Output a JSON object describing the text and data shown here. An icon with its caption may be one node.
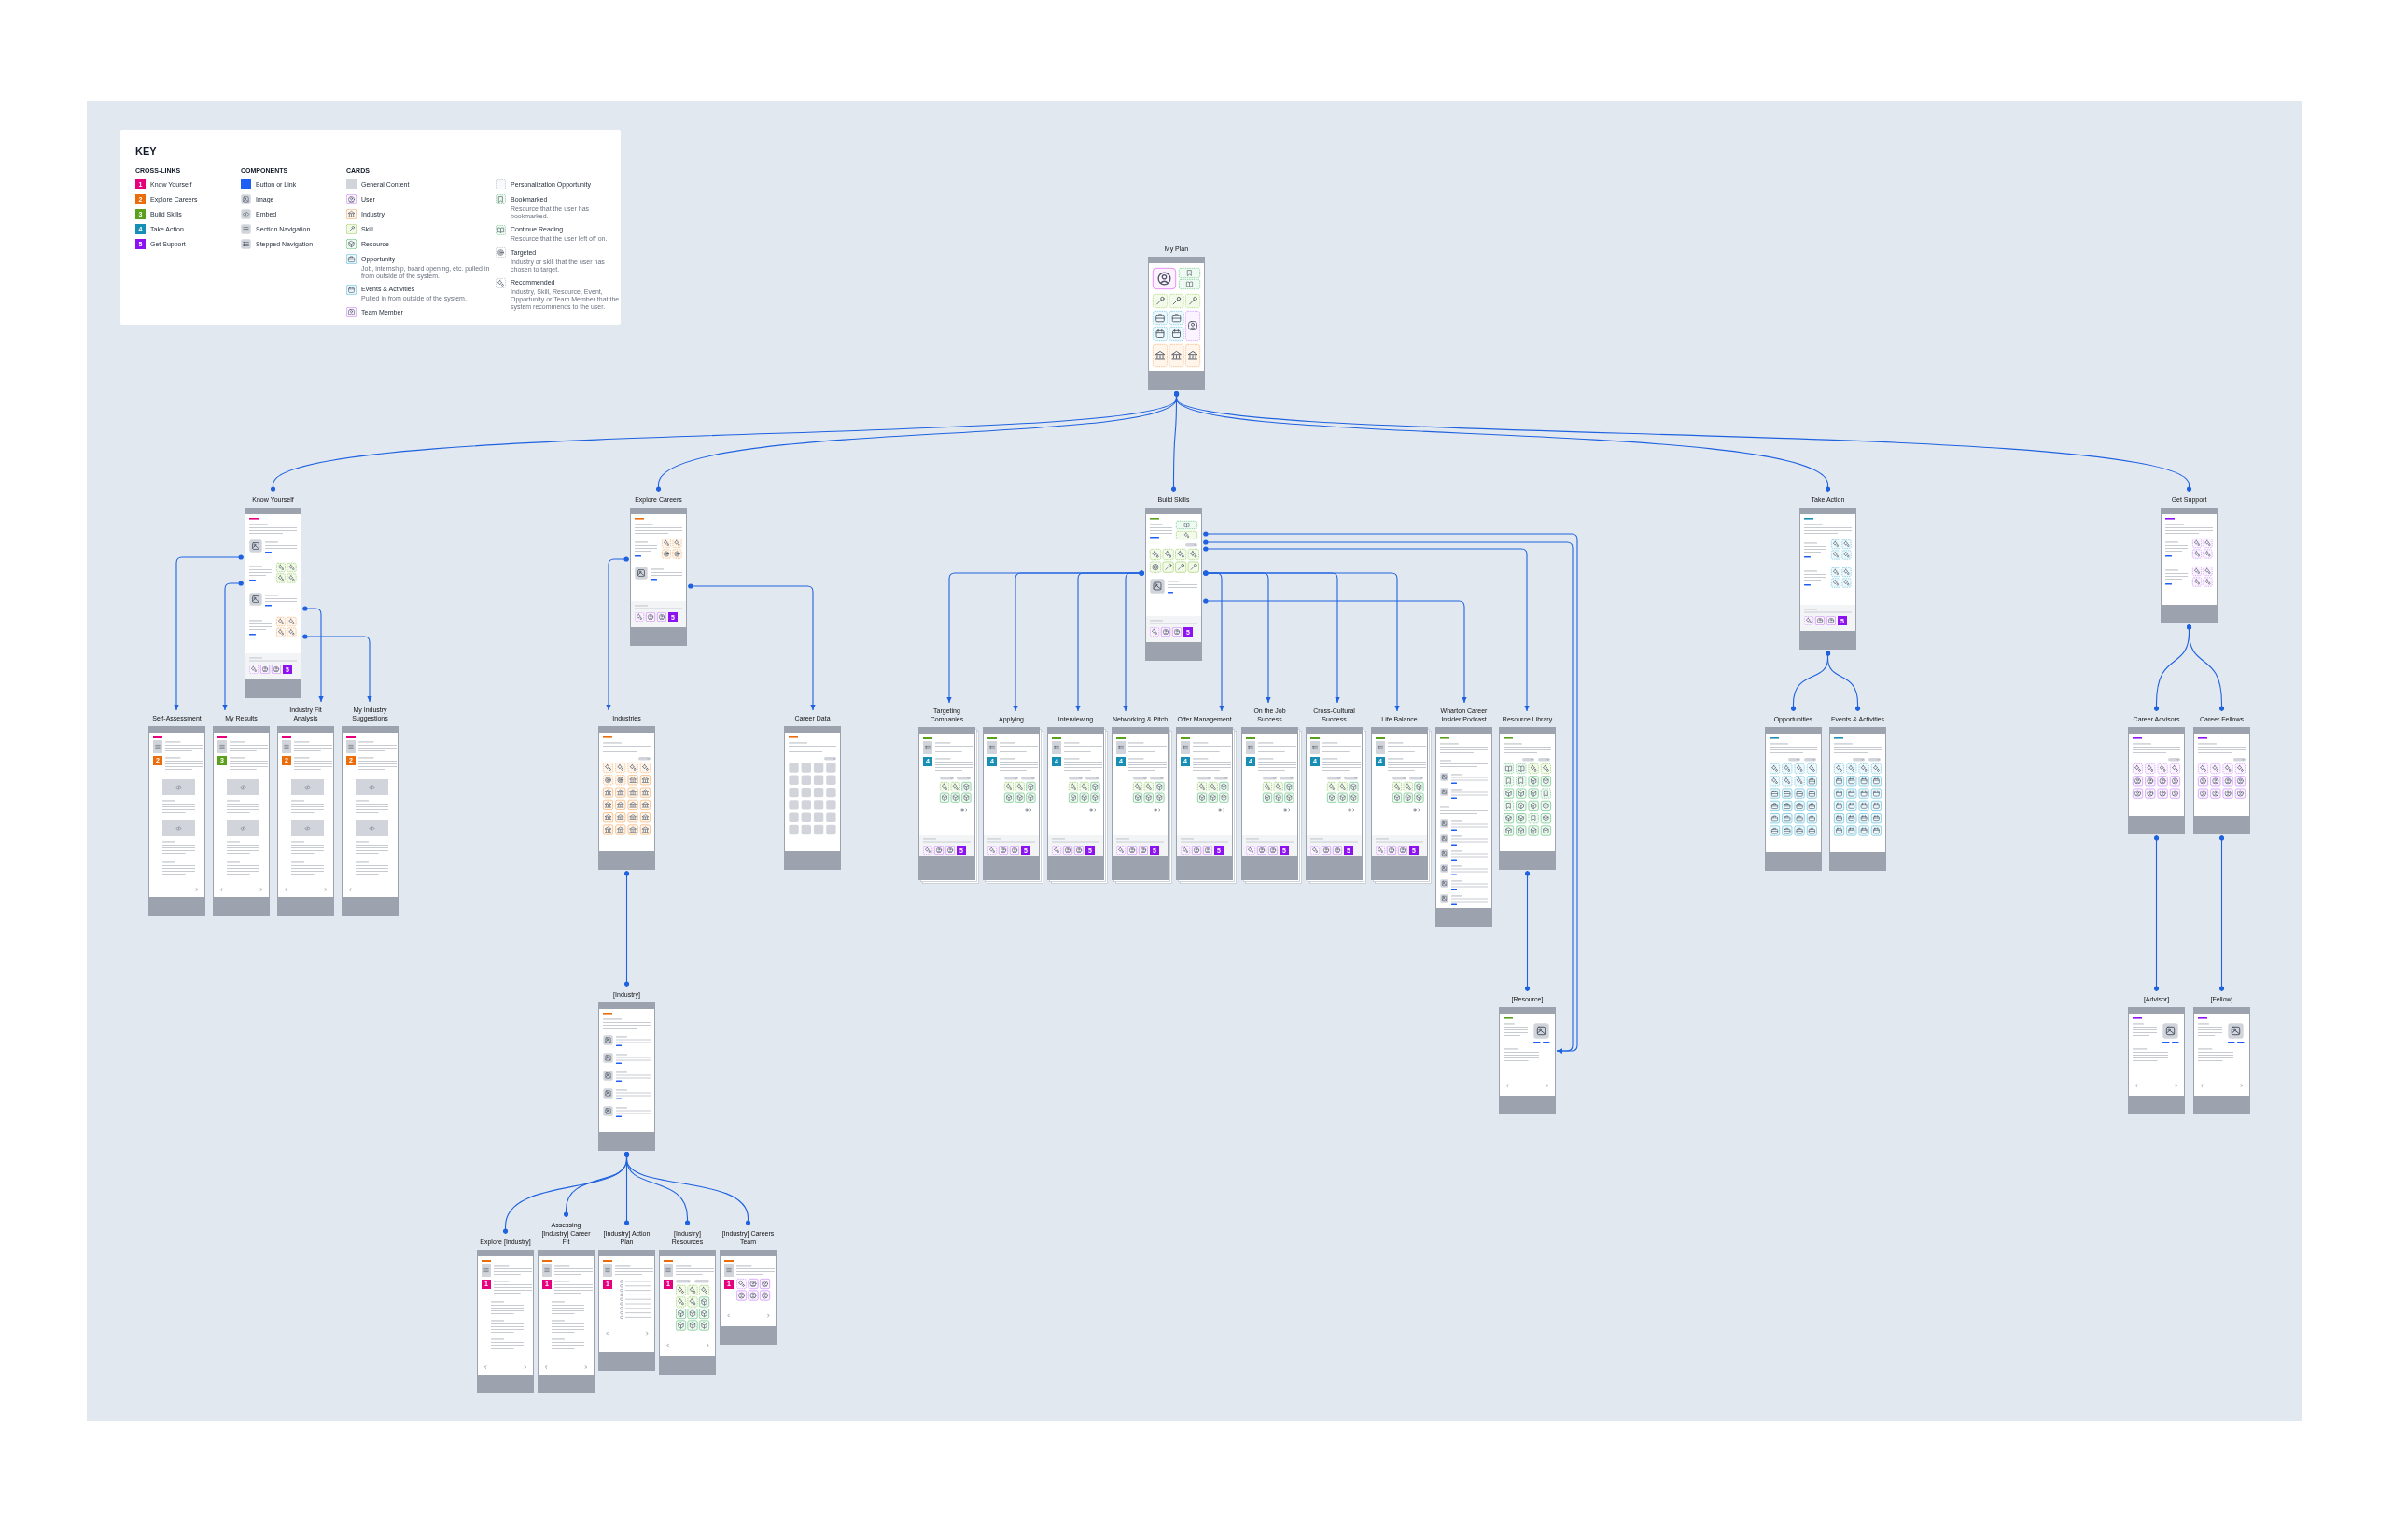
{
  "diagram": {
    "nodes": [
      {
        "text": [
          "My Plan"
        ]
      },
      {
        "text": [
          "Know Yourself",
          "5"
        ]
      },
      {
        "text": [
          "Explore Careers",
          "5"
        ]
      },
      {
        "text": [
          "Build Skills",
          "5"
        ]
      },
      {
        "text": [
          "Take Action",
          "5"
        ]
      },
      {
        "text": [
          "Get Support"
        ]
      },
      {
        "text": [
          "Self-Assessment",
          "2"
        ]
      },
      {
        "text": [
          "My Results",
          "3"
        ]
      },
      {
        "text": [
          "Industry Fit Analysis",
          "2"
        ]
      },
      {
        "text": [
          "My Industry Suggestions",
          "2"
        ]
      },
      {
        "text": [
          "Industries"
        ]
      },
      {
        "text": [
          "Career Data"
        ]
      },
      {
        "text": [
          "Targeting Companies",
          "4",
          "5"
        ]
      },
      {
        "text": [
          "Applying",
          "4",
          "5"
        ]
      },
      {
        "text": [
          "Interviewing",
          "4",
          "5"
        ]
      },
      {
        "text": [
          "Networking & Pitch",
          "4",
          "5"
        ]
      },
      {
        "text": [
          "Offer Management",
          "4",
          "5"
        ]
      },
      {
        "text": [
          "On the Job Success",
          "4",
          "5"
        ]
      },
      {
        "text": [
          "Cross-Cultural Success",
          "4",
          "5"
        ]
      },
      {
        "text": [
          "Life Balance",
          "4",
          "5"
        ]
      },
      {
        "text": [
          "Wharton Career Insider Podcast"
        ]
      },
      {
        "text": [
          "Resource Library"
        ]
      },
      {
        "text": [
          "Opportunities"
        ]
      },
      {
        "text": [
          "Events & Activities"
        ]
      },
      {
        "text": [
          "Career Advisors"
        ]
      },
      {
        "text": [
          "Career Fellows"
        ]
      },
      {
        "text": [
          "[Industry]"
        ]
      },
      {
        "text": [
          "[Resource]"
        ]
      },
      {
        "text": [
          "[Advisor]"
        ]
      },
      {
        "text": [
          "[Fellow]"
        ]
      },
      {
        "text": [
          "Explore [Industry]",
          "1"
        ]
      },
      {
        "text": [
          "Assessing [Industry] Career Fit",
          "1"
        ]
      },
      {
        "text": [
          "[Industry] Action Plan",
          "1"
        ]
      },
      {
        "text": [
          "[Industry] Resources",
          "1"
        ]
      },
      {
        "text": [
          "[Industry] Careers Team",
          "1"
        ]
      }
    ],
    "edges": [
      {
        "from": 0,
        "to": 1,
        "arrow": "other"
      },
      {
        "from": 0,
        "to": 2,
        "arrow": "other"
      },
      {
        "from": 0,
        "to": 3,
        "arrow": "other"
      },
      {
        "from": 0,
        "to": 4,
        "arrow": "other"
      },
      {
        "from": 0,
        "to": 5,
        "arrow": "other"
      },
      {
        "from": 1,
        "to": 6,
        "arrow": "to"
      },
      {
        "from": 1,
        "to": 7,
        "arrow": "to"
      },
      {
        "from": 1,
        "to": 8,
        "arrow": "to"
      },
      {
        "from": 1,
        "to": 9,
        "arrow": "to"
      },
      {
        "from": 2,
        "to": 10,
        "arrow": "to"
      },
      {
        "from": 2,
        "to": 11,
        "arrow": "to"
      },
      {
        "from": 3,
        "to": 12,
        "arrow": "to"
      },
      {
        "from": 3,
        "to": 13,
        "arrow": "to"
      },
      {
        "from": 3,
        "to": 14,
        "arrow": "to"
      },
      {
        "from": 3,
        "to": 15,
        "arrow": "to"
      },
      {
        "from": 3,
        "to": 16,
        "arrow": "to"
      },
      {
        "from": 3,
        "to": 17,
        "arrow": "to"
      },
      {
        "from": 3,
        "to": 18,
        "arrow": "to"
      },
      {
        "from": 3,
        "to": 19,
        "arrow": "to"
      },
      {
        "from": 3,
        "to": 20,
        "arrow": "to"
      },
      {
        "from": 3,
        "to": 21,
        "arrow": "to"
      },
      {
        "from": 3,
        "to": 27,
        "arrow": "to"
      },
      {
        "from": 3,
        "to": 27,
        "arrow": "to"
      },
      {
        "from": 4,
        "to": 22,
        "arrow": "other"
      },
      {
        "from": 4,
        "to": 23,
        "arrow": "other"
      },
      {
        "from": 5,
        "to": 24,
        "arrow": "other"
      },
      {
        "from": 5,
        "to": 25,
        "arrow": "other"
      },
      {
        "from": 10,
        "to": 26,
        "arrow": "other"
      },
      {
        "from": 21,
        "to": 27,
        "arrow": "other"
      },
      {
        "from": 24,
        "to": 28,
        "arrow": "other"
      },
      {
        "from": 25,
        "to": 29,
        "arrow": "other"
      },
      {
        "from": 26,
        "to": 30,
        "arrow": "other"
      },
      {
        "from": 26,
        "to": 31,
        "arrow": "other"
      },
      {
        "from": 26,
        "to": 32,
        "arrow": "other"
      },
      {
        "from": 26,
        "to": 33,
        "arrow": "other"
      },
      {
        "from": 26,
        "to": 34,
        "arrow": "other"
      }
    ],
    "labels": [
      "KEY",
      "CROSS-LINKS",
      "COMPONENTS",
      "CARDS",
      "1",
      "2",
      "3",
      "4",
      "5",
      "Job, internship, board opening, etc. pulled in from outside of the system.",
      "Pulled in from outside of the system.",
      "Resource that the user has bookmarked.",
      "Resource that the user left off on.",
      "Industry or skill that the user has chosen to target.",
      "Industry, Skill, Resource, Event, Opportunity or Team Member that the system recommends to the user."
    ],
    "legend": [
      {
        "text": "Know Yourself",
        "color": "#e6007e"
      },
      {
        "text": "Explore Careers",
        "color": "#ea6c0b"
      },
      {
        "text": "Build Skills",
        "color": "#5aa01c"
      },
      {
        "text": "Take Action",
        "color": "#178fb4"
      },
      {
        "text": "Get Support",
        "color": "#8c12f2"
      },
      {
        "text": "Button or Link",
        "color": "#1e5ef5"
      },
      {
        "text": "Image"
      },
      {
        "text": "Embed"
      },
      {
        "text": "Section Navigation"
      },
      {
        "text": "Stepped Navigation"
      },
      {
        "text": "General Content",
        "color": "#d1d5db"
      },
      {
        "text": "User"
      },
      {
        "text": "Industry"
      },
      {
        "text": "Skill"
      },
      {
        "text": "Resource"
      },
      {
        "text": "Opportunity"
      },
      {
        "text": "Events & Activities"
      },
      {
        "text": "Team Member"
      },
      {
        "text": "Personalization Opportunity"
      },
      {
        "text": "Bookmarked"
      },
      {
        "text": "Continue Reading"
      },
      {
        "text": "Targeted"
      },
      {
        "text": "Recommended"
      }
    ]
  }
}
